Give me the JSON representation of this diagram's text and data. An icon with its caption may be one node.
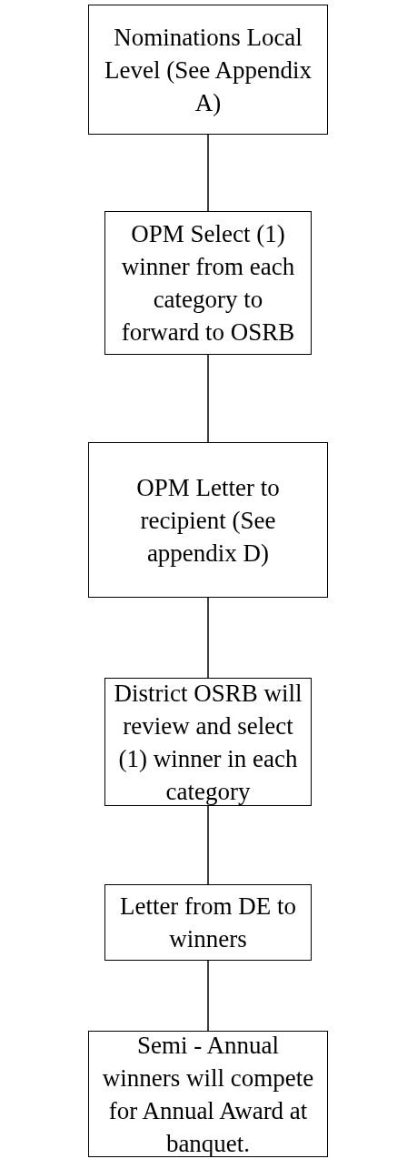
{
  "diagram": {
    "nodes": [
      {
        "text": [
          "Nominations Local Level (See Appendix A)"
        ]
      },
      {
        "text": [
          "OPM Select (1) winner from each category to forward to OSRB"
        ]
      },
      {
        "text": [
          "OPM Letter to recipient (See appendix D)"
        ]
      },
      {
        "text": [
          "District OSRB will review and select (1) winner in each category"
        ]
      },
      {
        "text": [
          "Letter from DE to winners"
        ]
      },
      {
        "text": [
          "Semi - Annual winners will compete for Annual Award at banquet."
        ]
      }
    ],
    "edges": [
      {
        "from": 0,
        "to": 1,
        "arrow": "none"
      },
      {
        "from": 1,
        "to": 2,
        "arrow": "none"
      },
      {
        "from": 2,
        "to": 3,
        "arrow": "none"
      },
      {
        "from": 3,
        "to": 4,
        "arrow": "none"
      },
      {
        "from": 4,
        "to": 5,
        "arrow": "none"
      }
    ]
  }
}
